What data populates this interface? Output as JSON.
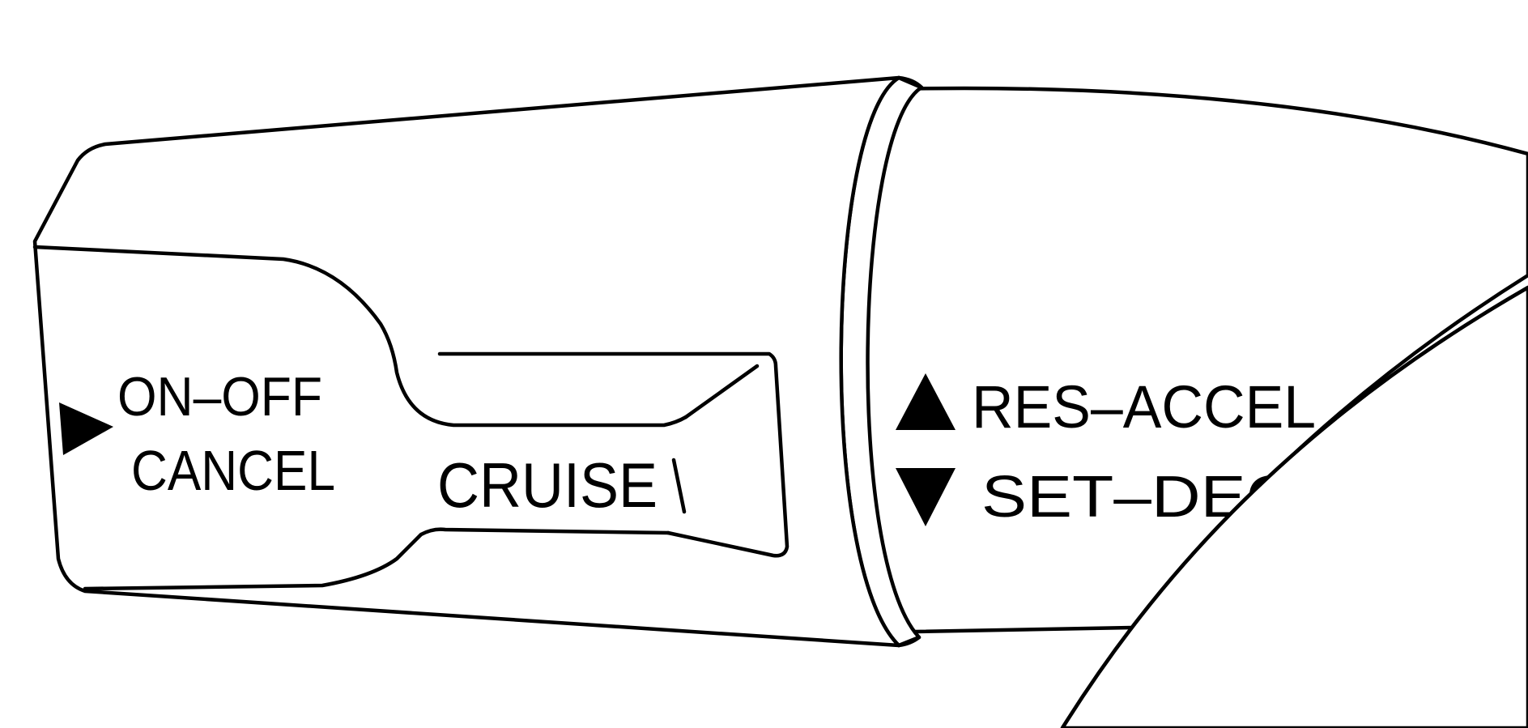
{
  "labels": {
    "on_off": "ON–OFF",
    "cancel": "CANCEL",
    "cruise": "CRUISE",
    "res_accel": "RES–ACCEL",
    "set_decel": "SET–DECEL"
  },
  "icons": {
    "cancel_pointer": "triangle-right-icon",
    "accel_arrow": "triangle-up-icon",
    "decel_arrow": "triangle-down-icon"
  },
  "colors": {
    "line": "#000000",
    "background": "#ffffff"
  }
}
